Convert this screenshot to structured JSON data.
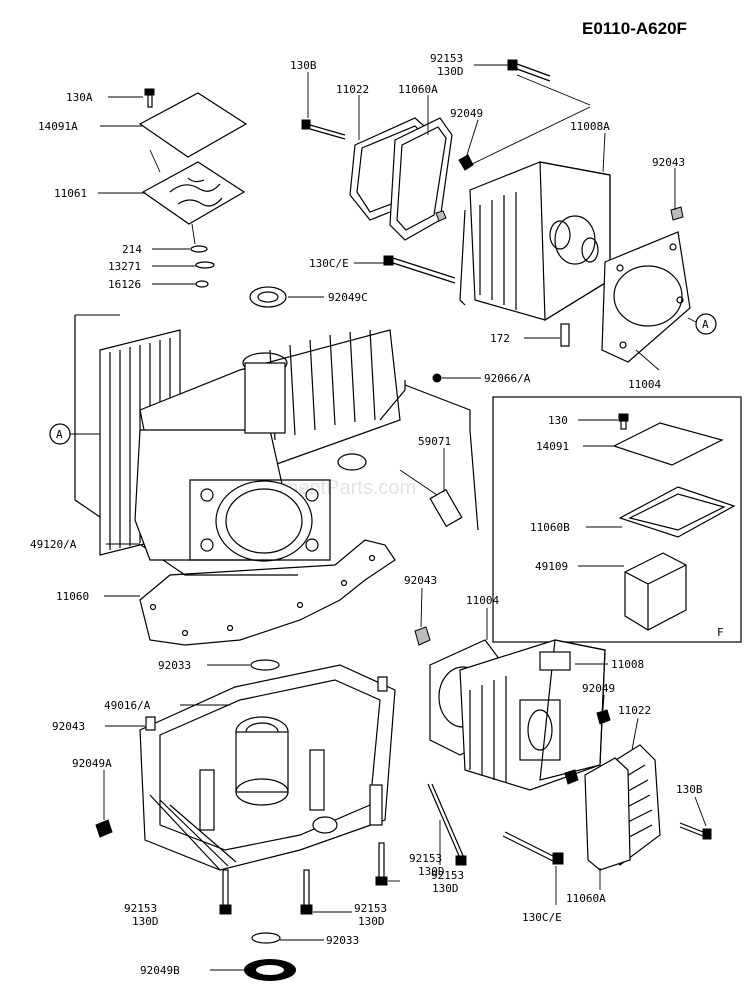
{
  "diagram_code": "E0110-A620F",
  "watermark": "ereplacementParts.com",
  "callouts": {
    "a": "A",
    "f": "F"
  },
  "labels": {
    "l_130a": "130A",
    "l_14091a": "14091A",
    "l_11061": "11061",
    "l_214": "214",
    "l_13271": "13271",
    "l_16126": "16126",
    "l_130b_top": "130B",
    "l_11022_top": "11022",
    "l_11060a_top": "11060A",
    "l_92153_top": "92153",
    "l_130d_top": "130D",
    "l_92049_top": "92049",
    "l_11008a": "11008A",
    "l_92043_top": "92043",
    "l_130ce_top": "130C/E",
    "l_92049c": "92049C",
    "l_172": "172",
    "l_11004_top": "11004",
    "l_92066a": "92066/A",
    "l_59071": "59071",
    "l_49120a": "49120/A",
    "l_11060": "11060",
    "l_130_box": "130",
    "l_14091_box": "14091",
    "l_11060b_box": "11060B",
    "l_49109_box": "49109",
    "l_92043_mid": "92043",
    "l_11004_mid": "11004",
    "l_92033_top": "92033",
    "l_11008": "11008",
    "l_49016a": "49016/A",
    "l_92049_mid": "92049",
    "l_11022_bot": "11022",
    "l_92043_left": "92043",
    "l_92049a": "92049A",
    "l_130b_bot": "130B",
    "l_92153_mid": "92153",
    "l_130d_mid": "130D",
    "l_92153_mid2": "92153",
    "l_130d_mid2": "130D",
    "l_92153_bl": "92153",
    "l_130d_bl": "130D",
    "l_92153_bc": "92153",
    "l_130d_bc": "130D",
    "l_11060a_bot": "11060A",
    "l_130ce_bot": "130C/E",
    "l_92033_bot": "92033",
    "l_92049b": "92049B"
  }
}
